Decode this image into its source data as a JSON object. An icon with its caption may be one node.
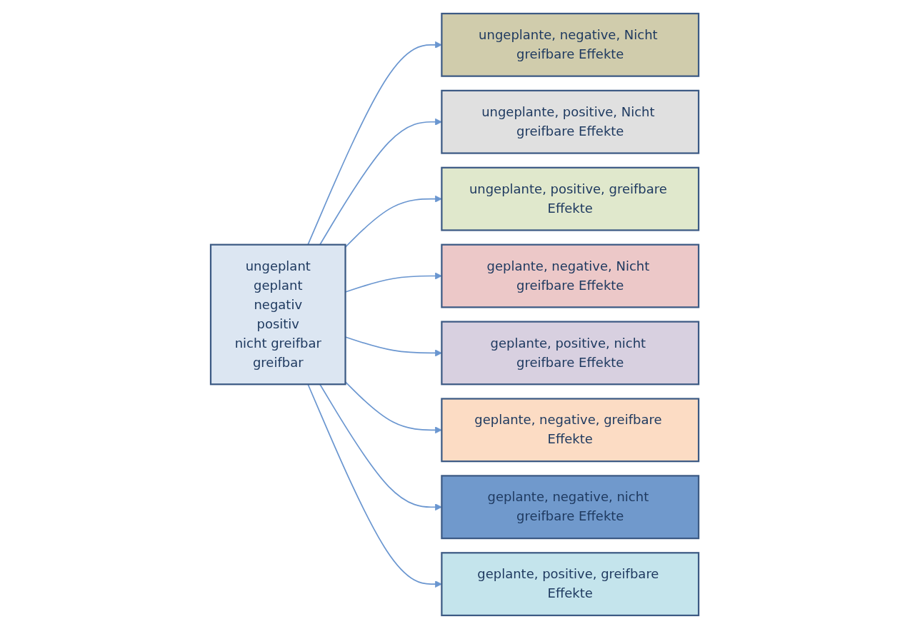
{
  "diagram": {
    "nodes": [
      {
        "text": [
          "ungeplante, negative, Nicht greifbare Effekte"
        ]
      },
      {
        "text": [
          "ungeplante, positive, Nicht greifbare Effekte"
        ]
      },
      {
        "text": [
          "ungeplante, positive, greifbare Effekte"
        ]
      },
      {
        "text": [
          "geplante, negative, Nicht greifbare Effekte"
        ]
      },
      {
        "text": [
          "ungeplant",
          "geplant",
          "negativ",
          "positiv",
          "nicht greifbar",
          "greifbar"
        ]
      },
      {
        "text": [
          "geplante, positive, nicht greifbare Effekte"
        ]
      },
      {
        "text": [
          "geplante, negative, greifbare Effekte"
        ]
      },
      {
        "text": [
          "geplante, negative, nicht greifbare Effekte"
        ]
      },
      {
        "text": [
          "geplante, positive, greifbare Effekte"
        ]
      }
    ],
    "edges": [
      {
        "from": 4,
        "to": 0,
        "arrow": "to"
      },
      {
        "from": 4,
        "to": 1,
        "arrow": "to"
      },
      {
        "from": 4,
        "to": 2,
        "arrow": "to"
      },
      {
        "from": 4,
        "to": 3,
        "arrow": "to"
      },
      {
        "from": 4,
        "to": 5,
        "arrow": "to"
      },
      {
        "from": 4,
        "to": 6,
        "arrow": "to"
      },
      {
        "from": 4,
        "to": 7,
        "arrow": "to"
      },
      {
        "from": 4,
        "to": 8,
        "arrow": "to"
      }
    ]
  }
}
